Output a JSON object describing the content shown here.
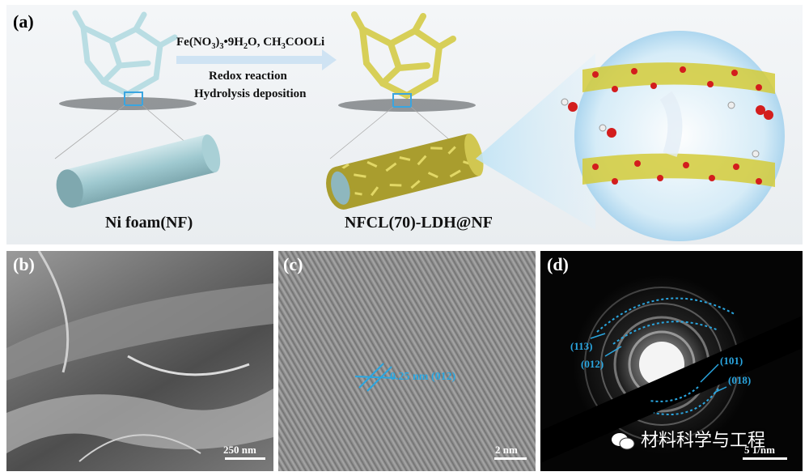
{
  "panel_a": {
    "label": "(a)",
    "reagents_main": "Fe(NO",
    "reagents_sub1": "3",
    "reagents_mid1": ")",
    "reagents_sub2": "3",
    "reagents_mid2": "•9H",
    "reagents_sub3": "2",
    "reagents_mid3": "O, CH",
    "reagents_sub4": "3",
    "reagents_end": "COOLi",
    "step1": "Redox reaction",
    "step2": "Hydrolysis deposition",
    "left_caption": "Ni foam(NF)",
    "right_caption": "NFCL(70)-LDH@NF",
    "colors": {
      "foam": "#b9dde3",
      "ldh": "#d7cf58",
      "arrow": "#6aa6d8",
      "highlight": "#3aa5e0"
    }
  },
  "panel_b": {
    "label": "(b)",
    "scale": "250 nm"
  },
  "panel_c": {
    "label": "(c)",
    "scale": "2 nm",
    "annotation": "0.25 nm (012)"
  },
  "panel_d": {
    "label": "(d)",
    "scale": "5 1/nm",
    "rings": [
      "(113)",
      "(012)",
      "(101)",
      "(018)"
    ]
  },
  "watermark": {
    "text": "材料科学与工程",
    "icon": "wechat-icon"
  }
}
